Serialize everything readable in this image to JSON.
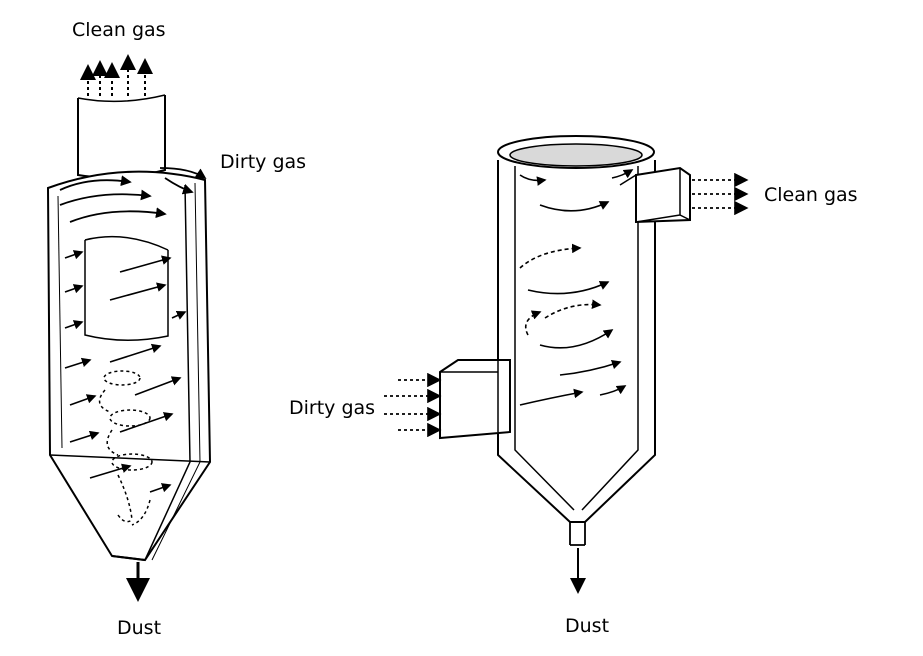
{
  "left_cyclone": {
    "clean_gas_label": "Clean gas",
    "dirty_gas_label": "Dirty gas",
    "dust_label": "Dust"
  },
  "right_cyclone": {
    "clean_gas_label": "Clean gas",
    "dirty_gas_label": "Dirty gas",
    "dust_label": "Dust"
  },
  "colors": {
    "line": "#000000",
    "shade": "#d9d9d9",
    "background": "#ffffff"
  }
}
